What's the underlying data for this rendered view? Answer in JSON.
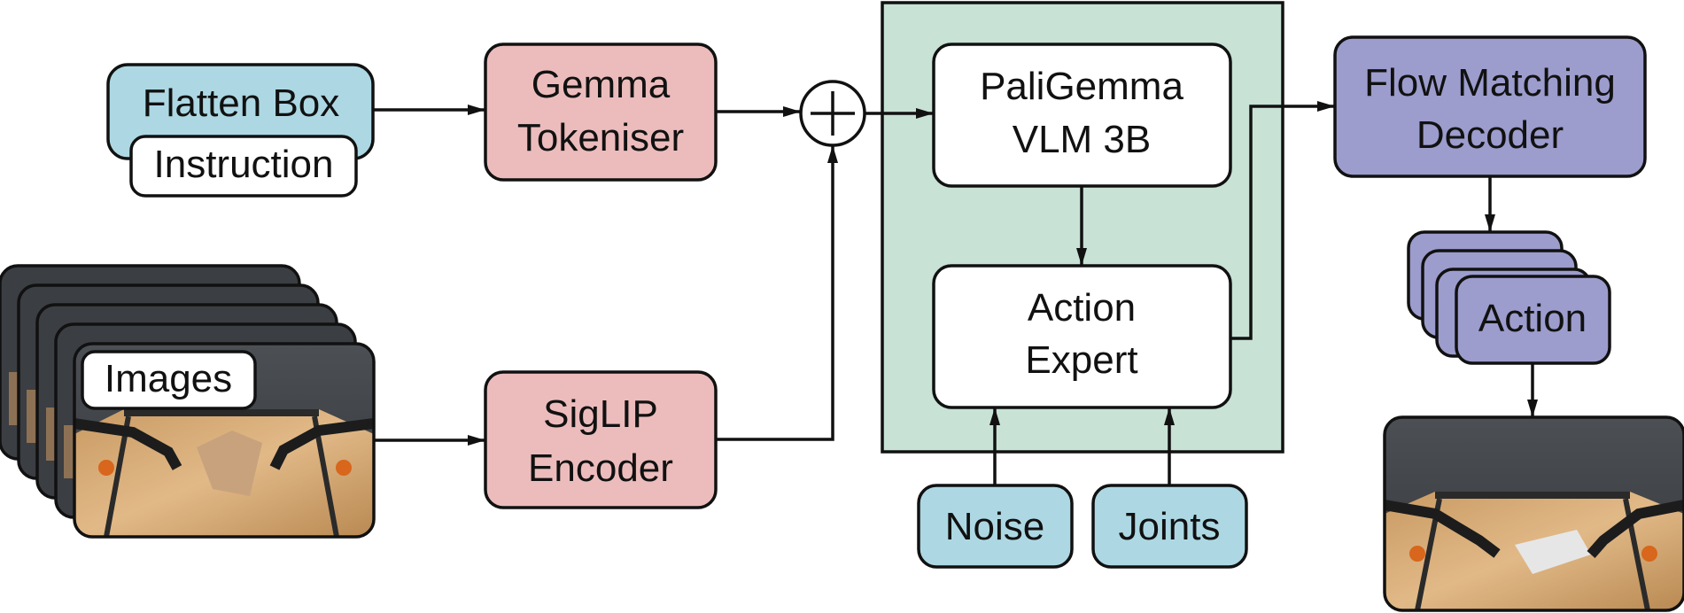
{
  "nodes": {
    "flatten_box": "Flatten Box",
    "instruction": "Instruction",
    "gemma_tokeniser": [
      "Gemma",
      "Tokeniser"
    ],
    "images": "Images",
    "siglip_encoder": [
      "SigLIP",
      "Encoder"
    ],
    "paligemma": [
      "PaliGemma",
      "VLM 3B"
    ],
    "action_expert": [
      "Action",
      "Expert"
    ],
    "noise": "Noise",
    "joints": "Joints",
    "flow_matching_decoder": [
      "Flow Matching",
      "Decoder"
    ],
    "action": "Action"
  },
  "colors": {
    "input_blue": "#add8e3",
    "encoder_pink": "#ecbcbc",
    "model_green": "#c8e2d5",
    "decoder_purple": "#9c9ccd",
    "white_box": "#ffffff",
    "stroke": "#111111"
  }
}
